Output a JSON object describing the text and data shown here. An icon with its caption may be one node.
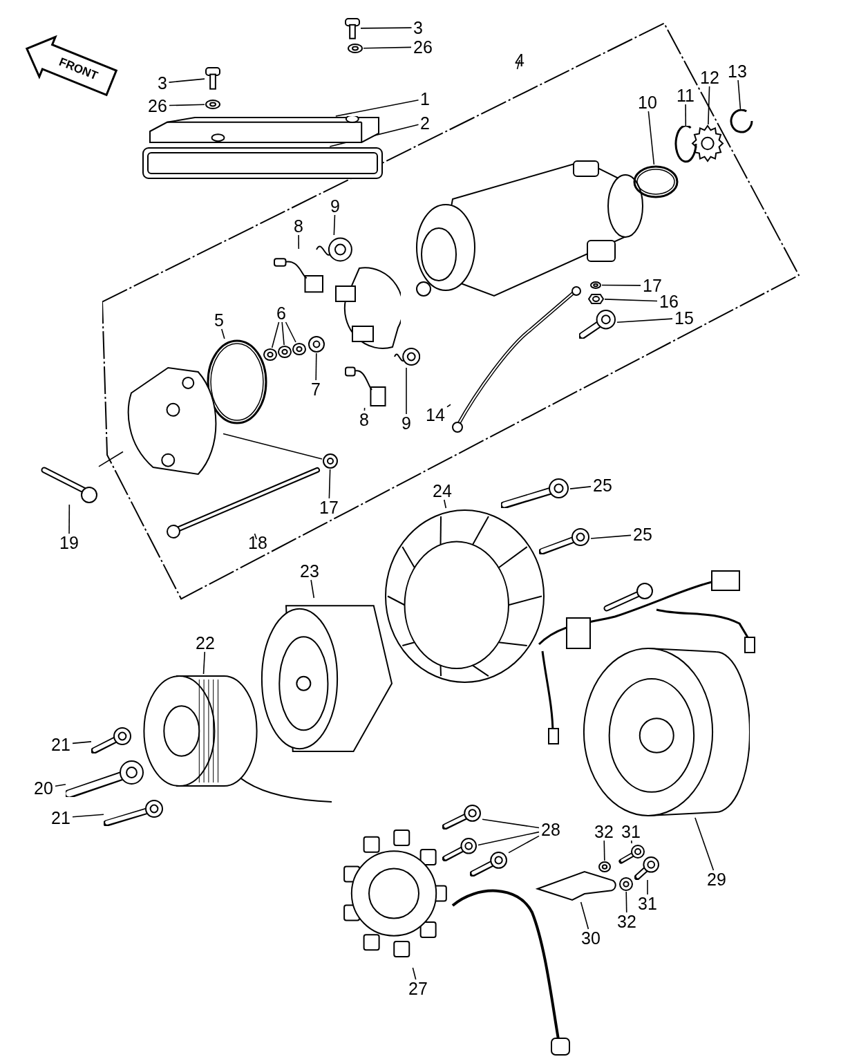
{
  "diagram": {
    "nodes": [
      {
        "text": [
          "3"
        ]
      },
      {
        "text": [],
        "shape": "picture"
      },
      {
        "text": [
          "26"
        ]
      },
      {
        "text": [],
        "shape": "picture"
      },
      {
        "text": [
          "4"
        ]
      },
      {
        "text": [],
        "shape": "box"
      },
      {
        "text": [
          "3"
        ]
      },
      {
        "text": [],
        "shape": "picture"
      },
      {
        "text": [
          "1"
        ]
      },
      {
        "text": [],
        "shape": "picture"
      },
      {
        "text": [
          "26"
        ]
      },
      {
        "text": [],
        "shape": "picture"
      },
      {
        "text": [
          "2"
        ]
      },
      {
        "text": [],
        "shape": "picture"
      },
      {
        "text": [
          "13"
        ]
      },
      {
        "text": [],
        "shape": "picture"
      },
      {
        "text": [
          "12"
        ]
      },
      {
        "text": [],
        "shape": "picture",
        "in": 5
      },
      {
        "text": [
          "11"
        ],
        "in": 5
      },
      {
        "text": [],
        "shape": "picture",
        "in": 5
      },
      {
        "text": [
          "10"
        ],
        "in": 5
      },
      {
        "text": [],
        "shape": "picture",
        "in": 5
      },
      {
        "text": [
          "9"
        ],
        "in": 5
      },
      {
        "text": [],
        "shape": "picture",
        "in": 5
      },
      {
        "text": [
          "8"
        ],
        "in": 5
      },
      {
        "text": [],
        "shape": "picture",
        "in": 5
      },
      {
        "text": [
          "17"
        ],
        "in": 5
      },
      {
        "text": [],
        "shape": "picture",
        "in": 5
      },
      {
        "text": [
          "16"
        ],
        "in": 5
      },
      {
        "text": [],
        "shape": "picture",
        "in": 5
      },
      {
        "text": [
          "15"
        ],
        "in": 5
      },
      {
        "text": [],
        "shape": "picture",
        "in": 5
      },
      {
        "text": [
          "6"
        ],
        "in": 5
      },
      {
        "text": [],
        "shape": "picture",
        "in": 5
      },
      {
        "text": [],
        "shape": "picture",
        "in": 5
      },
      {
        "text": [],
        "shape": "picture",
        "in": 5
      },
      {
        "text": [
          "5"
        ],
        "in": 5
      },
      {
        "text": [],
        "shape": "picture",
        "in": 5
      },
      {
        "text": [
          "7"
        ],
        "in": 5
      },
      {
        "text": [],
        "shape": "picture",
        "in": 5
      },
      {
        "text": [],
        "shape": "picture",
        "in": 5
      },
      {
        "text": [
          "8"
        ],
        "in": 5
      },
      {
        "text": [],
        "shape": "picture",
        "in": 5
      },
      {
        "text": [
          "9"
        ],
        "in": 5
      },
      {
        "text": [],
        "shape": "picture",
        "in": 5
      },
      {
        "text": [
          "14"
        ],
        "in": 5
      },
      {
        "text": [],
        "shape": "picture",
        "in": 5
      },
      {
        "text": [],
        "shape": "picture",
        "in": 5
      },
      {
        "text": [
          "17"
        ],
        "in": 5
      },
      {
        "text": [],
        "shape": "picture",
        "in": 5
      },
      {
        "text": [
          "18"
        ],
        "in": 5
      },
      {
        "text": [],
        "shape": "picture"
      },
      {
        "text": [
          "19"
        ]
      },
      {
        "text": [
          "24"
        ]
      },
      {
        "text": [],
        "shape": "picture"
      },
      {
        "text": [
          "25"
        ]
      },
      {
        "text": [],
        "shape": "picture"
      },
      {
        "text": [
          "25"
        ]
      },
      {
        "text": [],
        "shape": "picture"
      },
      {
        "text": [
          "23"
        ]
      },
      {
        "text": [],
        "shape": "picture"
      },
      {
        "text": [
          "22"
        ]
      },
      {
        "text": [],
        "shape": "picture"
      },
      {
        "text": [
          "21"
        ]
      },
      {
        "text": [],
        "shape": "picture"
      },
      {
        "text": [
          "20"
        ]
      },
      {
        "text": [],
        "shape": "picture"
      },
      {
        "text": [
          "21"
        ]
      },
      {
        "text": [],
        "shape": "picture"
      },
      {
        "text": [],
        "shape": "picture"
      },
      {
        "text": [],
        "shape": "picture"
      },
      {
        "text": [],
        "shape": "picture"
      },
      {
        "text": [
          "28"
        ]
      },
      {
        "text": [
          "32"
        ]
      },
      {
        "text": [],
        "shape": "picture"
      },
      {
        "text": [
          "31"
        ]
      },
      {
        "text": [],
        "shape": "picture"
      },
      {
        "text": [],
        "shape": "picture"
      },
      {
        "text": [],
        "shape": "picture"
      },
      {
        "text": [],
        "shape": "picture"
      },
      {
        "text": [
          "29"
        ]
      },
      {
        "text": [],
        "shape": "picture"
      },
      {
        "text": [
          "31"
        ]
      },
      {
        "text": [
          "32"
        ]
      },
      {
        "text": [
          "30"
        ]
      },
      {
        "text": [],
        "shape": "picture"
      },
      {
        "text": [
          "27"
        ]
      }
    ],
    "edges": [
      {
        "from": 0,
        "to": 1,
        "arrow": "none"
      },
      {
        "from": 2,
        "to": 3,
        "arrow": "none"
      },
      {
        "from": 4,
        "to": 5,
        "arrow": "none"
      },
      {
        "from": 6,
        "to": 7,
        "arrow": "none"
      },
      {
        "from": 8,
        "to": 9,
        "arrow": "none"
      },
      {
        "from": 10,
        "to": 11,
        "arrow": "none"
      },
      {
        "from": 12,
        "to": 13,
        "arrow": "none"
      },
      {
        "from": 14,
        "to": 15,
        "arrow": "none"
      },
      {
        "from": 16,
        "to": 17,
        "arrow": "none"
      },
      {
        "from": 18,
        "to": 19,
        "arrow": "none"
      },
      {
        "from": 20,
        "to": 21,
        "arrow": "none"
      },
      {
        "from": 22,
        "to": 23,
        "arrow": "none"
      },
      {
        "from": 24,
        "to": 25,
        "arrow": "none"
      },
      {
        "from": 26,
        "to": 27,
        "arrow": "none"
      },
      {
        "from": 28,
        "to": 29,
        "arrow": "none"
      },
      {
        "from": 30,
        "to": 31,
        "arrow": "none"
      },
      {
        "from": 32,
        "to": 33,
        "arrow": "none"
      },
      {
        "from": 32,
        "to": 34,
        "arrow": "none"
      },
      {
        "from": 32,
        "to": 35,
        "arrow": "none"
      },
      {
        "from": 36,
        "to": 37,
        "arrow": "none"
      },
      {
        "from": 38,
        "to": 39,
        "arrow": "none"
      },
      {
        "from": 41,
        "to": 42,
        "arrow": "none"
      },
      {
        "from": 43,
        "to": 44,
        "arrow": "none"
      },
      {
        "from": 45,
        "to": 46,
        "arrow": "none"
      },
      {
        "from": 48,
        "to": 47,
        "arrow": "none"
      },
      {
        "from": 50,
        "to": 49,
        "arrow": "none"
      },
      {
        "from": 52,
        "to": 51,
        "arrow": "none"
      },
      {
        "from": 51,
        "to": 40,
        "arrow": "none"
      },
      {
        "from": 40,
        "to": 47,
        "arrow": "none"
      },
      {
        "from": 53,
        "to": 54,
        "arrow": "none"
      },
      {
        "from": 55,
        "to": 56,
        "arrow": "none"
      },
      {
        "from": 57,
        "to": 58,
        "arrow": "none"
      },
      {
        "from": 59,
        "to": 60,
        "arrow": "none"
      },
      {
        "from": 61,
        "to": 62,
        "arrow": "none"
      },
      {
        "from": 63,
        "to": 64,
        "arrow": "none"
      },
      {
        "from": 65,
        "to": 66,
        "arrow": "none"
      },
      {
        "from": 67,
        "to": 68,
        "arrow": "none"
      },
      {
        "from": 72,
        "to": 69,
        "arrow": "none"
      },
      {
        "from": 72,
        "to": 70,
        "arrow": "none"
      },
      {
        "from": 72,
        "to": 71,
        "arrow": "none"
      },
      {
        "from": 73,
        "to": 74,
        "arrow": "none"
      },
      {
        "from": 75,
        "to": 76,
        "arrow": "none"
      },
      {
        "from": 82,
        "to": 77,
        "arrow": "none"
      },
      {
        "from": 83,
        "to": 78,
        "arrow": "none"
      },
      {
        "from": 84,
        "to": 79,
        "arrow": "none"
      },
      {
        "from": 80,
        "to": 81,
        "arrow": "none"
      },
      {
        "from": 86,
        "to": 85,
        "arrow": "none"
      }
    ],
    "labels": [
      "FRONT"
    ]
  }
}
